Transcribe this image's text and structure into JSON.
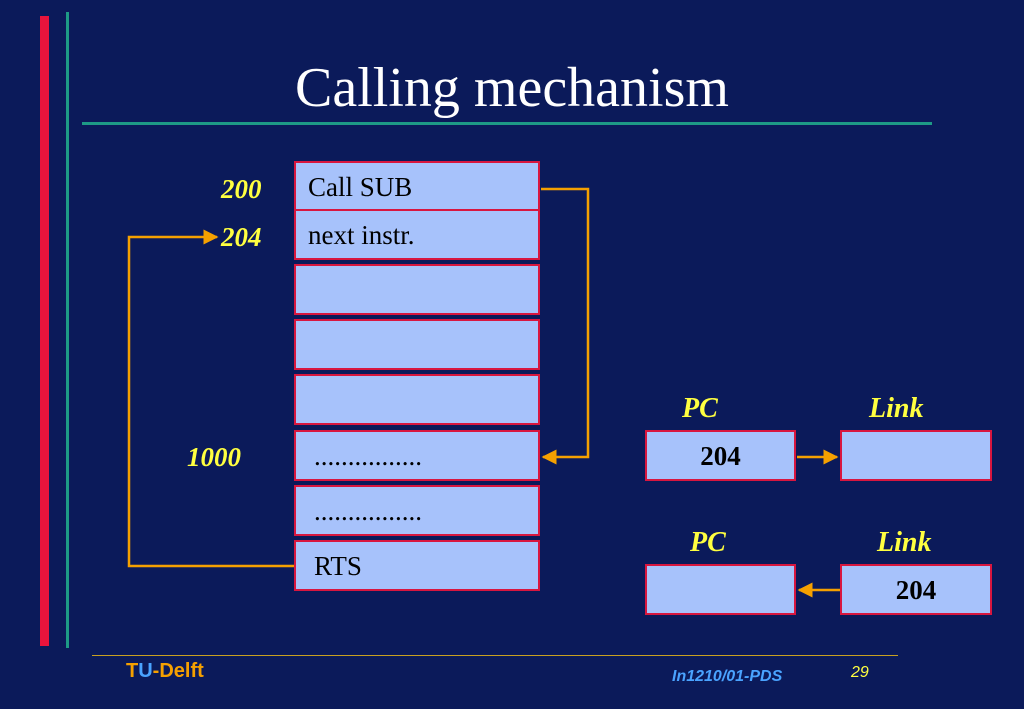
{
  "slide": {
    "title": "Calling mechanism"
  },
  "memory": {
    "addresses": {
      "call": "200",
      "next": "204",
      "sub": "1000"
    },
    "cells": [
      "Call   SUB",
      "next instr.",
      "",
      "",
      "",
      "................",
      "................",
      "RTS"
    ]
  },
  "registers": {
    "before": {
      "pc_label": "PC",
      "link_label": "Link",
      "pc_value": "204",
      "link_value": ""
    },
    "after": {
      "pc_label": "PC",
      "link_label": "Link",
      "pc_value": "",
      "link_value": "204"
    }
  },
  "footer": {
    "logo_t": "T",
    "logo_u": "U",
    "logo_rest": "-Delft",
    "course": "In1210/01-PDS",
    "page": "29"
  },
  "colors": {
    "background": "#0b1a5a",
    "cell_fill": "#a7c2fb",
    "cell_border": "#d8163f",
    "label_yellow": "#ffff40",
    "arrow_orange": "#f5a000"
  }
}
